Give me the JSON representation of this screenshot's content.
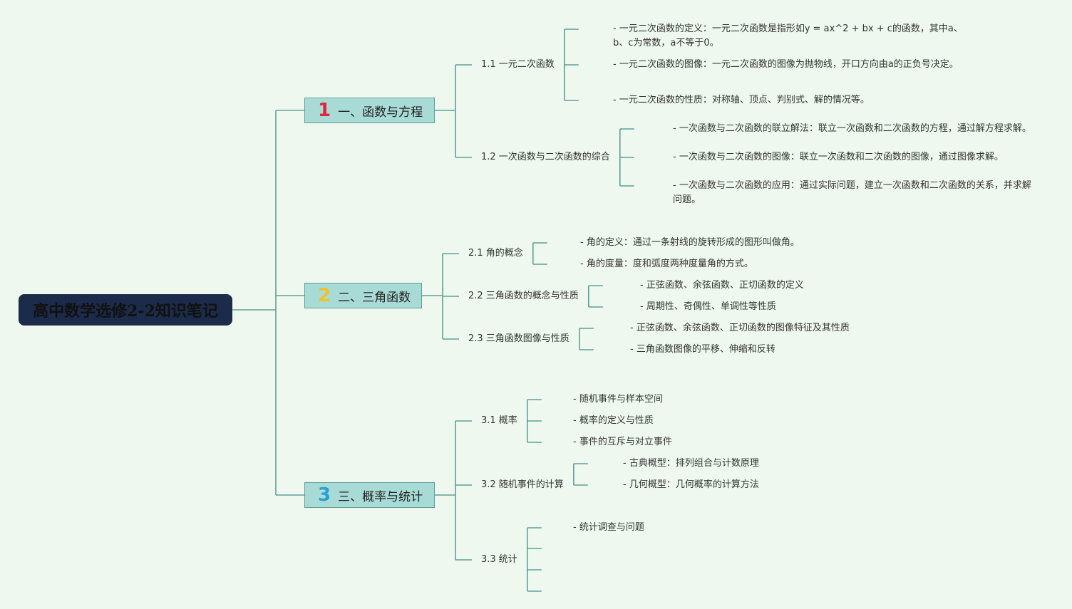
{
  "root": {
    "label": "高中数学选修2-2知识笔记"
  },
  "accents": {
    "line": "#5f9f98",
    "root_bg": "#1c2b4a",
    "topic_bg": "#a8dbd6",
    "page_bg": "#eef8ee"
  },
  "topics": [
    {
      "num": "1",
      "num_color": "#e0263c",
      "label": "一、函数与方程",
      "subs": [
        {
          "label": "1.1 一元二次函数",
          "leaves": [
            "- 一元二次函数的定义：一元二次函数是指形如y = ax^2 + bx + c的函数，其中a、b、c为常数，a不等于0。",
            "- 一元二次函数的图像：一元二次函数的图像为抛物线，开口方向由a的正负号决定。",
            "- 一元二次函数的性质：对称轴、顶点、判别式、解的情况等。"
          ]
        },
        {
          "label": "1.2 一次函数与二次函数的综合",
          "leaves": [
            "- 一次函数与二次函数的联立解法：联立一次函数和二次函数的方程，通过解方程求解。",
            "- 一次函数与二次函数的图像：联立一次函数和二次函数的图像，通过图像求解。",
            "- 一次函数与二次函数的应用：通过实际问题，建立一次函数和二次函数的关系，并求解问题。"
          ]
        }
      ]
    },
    {
      "num": "2",
      "num_color": "#f2c12e",
      "label": "二、三角函数",
      "subs": [
        {
          "label": "2.1 角的概念",
          "leaves": [
            "- 角的定义：通过一条射线的旋转形成的图形叫做角。",
            "- 角的度量：度和弧度两种度量角的方式。"
          ]
        },
        {
          "label": "2.2 三角函数的概念与性质",
          "leaves": [
            "- 正弦函数、余弦函数、正切函数的定义",
            "- 周期性、奇偶性、单调性等性质"
          ]
        },
        {
          "label": "2.3 三角函数图像与性质",
          "leaves": [
            "- 正弦函数、余弦函数、正切函数的图像特征及其性质",
            "- 三角函数图像的平移、伸缩和反转"
          ]
        }
      ]
    },
    {
      "num": "3",
      "num_color": "#2a9fd6",
      "label": "三、概率与统计",
      "subs": [
        {
          "label": "3.1 概率",
          "leaves": [
            "- 随机事件与样本空间",
            "- 概率的定义与性质",
            "- 事件的互斥与对立事件"
          ]
        },
        {
          "label": "3.2 随机事件的计算",
          "leaves": [
            "- 古典概型：排列组合与计数原理",
            "- 几何概型：几何概率的计算方法"
          ]
        },
        {
          "label": "3.3 统计",
          "leaves": [
            "- 统计调查与问题",
            "",
            "",
            ""
          ]
        }
      ]
    }
  ]
}
